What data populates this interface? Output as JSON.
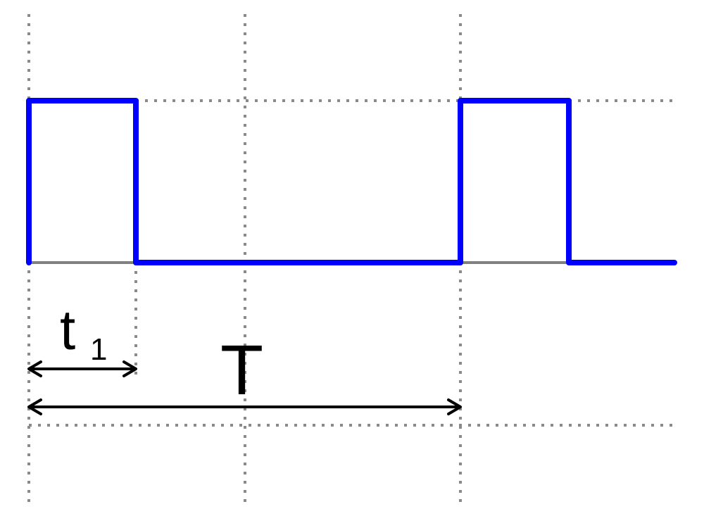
{
  "labels": {
    "pulse_width": "t",
    "pulse_width_subscript": "1",
    "period": "T"
  },
  "colors": {
    "signal": "#0000ff",
    "grid": "#8a8a8a",
    "baseline": "#808080",
    "arrows": "#000000",
    "background": "#ffffff"
  }
}
